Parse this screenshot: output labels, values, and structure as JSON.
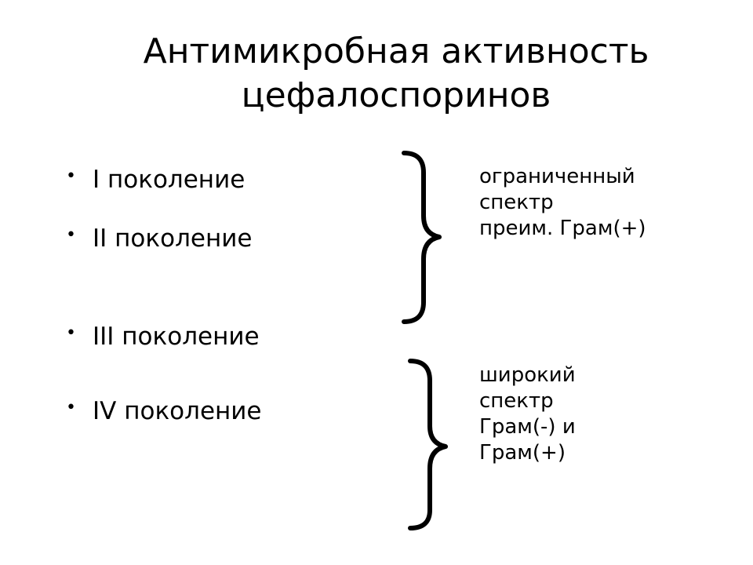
{
  "title": {
    "line1": "Антимикробная активность",
    "line2": "цефалоспоринов"
  },
  "generations": [
    {
      "bullet": "•",
      "label": "I поколение"
    },
    {
      "bullet": "•",
      "label": "II поколение"
    },
    {
      "bullet": "•",
      "label": "III поколение"
    },
    {
      "bullet": "•",
      "label": "IV поколение"
    }
  ],
  "groups": [
    {
      "lines": [
        "ограниченный",
        "спектр",
        "преим. Грам(+)"
      ]
    },
    {
      "lines": [
        "широкий",
        "спектр",
        "Грам(-) и",
        "Грам(+)"
      ]
    }
  ]
}
